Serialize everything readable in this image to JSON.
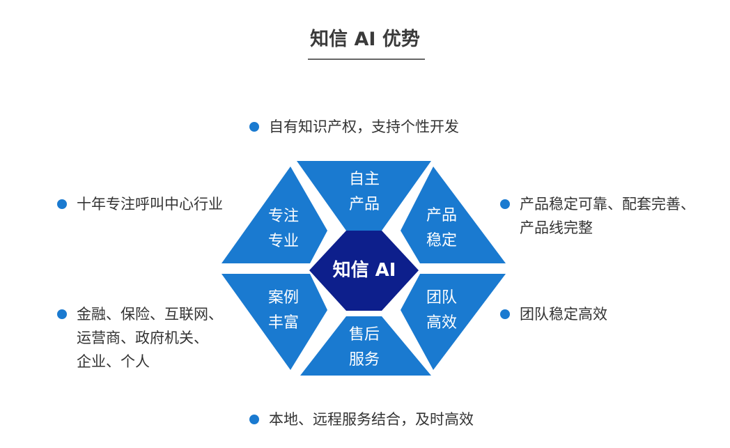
{
  "title": "知信 AI 优势",
  "center": "知信 AI",
  "segments": {
    "top": [
      "自主",
      "产品"
    ],
    "top_right": [
      "产品",
      "稳定"
    ],
    "bottom_right": [
      "团队",
      "高效"
    ],
    "bottom": [
      "售后",
      "服务"
    ],
    "bottom_left": [
      "案例",
      "丰富"
    ],
    "top_left": [
      "专注",
      "专业"
    ]
  },
  "bullets": {
    "top": [
      "自有知识产权，支持个性开发"
    ],
    "right_top": [
      "产品稳定可靠、配套完善、",
      "产品线完整"
    ],
    "right_bottom": [
      "团队稳定高效"
    ],
    "bottom": [
      "本地、远程服务结合，及时高效"
    ],
    "left_bottom": [
      "金融、保险、互联网、",
      "运营商、政府机关、",
      "企业、个人"
    ],
    "left_top": [
      "十年专注呼叫中心行业"
    ]
  },
  "colors": {
    "segment": "#1a7ad0",
    "center": "#0d1f8c",
    "dot": "#1a7ad0",
    "title_underline": "#666666"
  }
}
